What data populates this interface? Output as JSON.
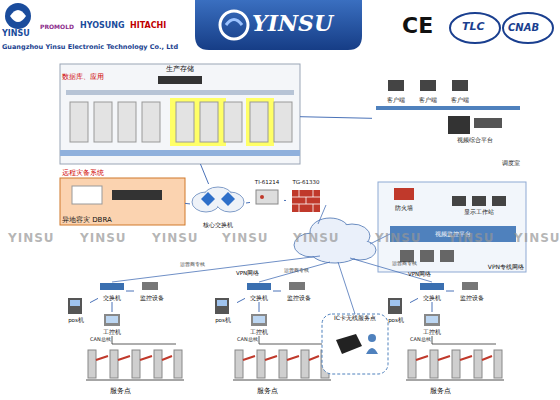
{
  "diagram": {
    "nodes": [
      {
        "text": [
          "生产存储",
          "数据库、应用"
        ]
      },
      {
        "text": [
          "远程灾备系统",
          "异地容灾 DBRA"
        ]
      },
      {
        "text": [
          "核心交换机"
        ]
      },
      {
        "text": [
          "TI-61214"
        ]
      },
      {
        "text": [
          "TG-61330"
        ]
      },
      {
        "text": [
          "调度室"
        ]
      },
      {
        "text": [
          "客户端"
        ],
        "in": 5
      },
      {
        "text": [
          "客户端"
        ],
        "in": 5
      },
      {
        "text": [
          "客户端"
        ],
        "in": 5
      },
      {
        "text": [
          "视频综合平台"
        ],
        "in": 5
      },
      {
        "text": [
          "VPN专线网络"
        ]
      },
      {
        "text": [
          "防火墙"
        ],
        "in": 10
      },
      {
        "text": [
          "显示工作站"
        ],
        "in": 10
      },
      {
        "text": [
          "视频监控平台"
        ],
        "in": 10
      },
      {
        "text": [
          "服务点"
        ]
      },
      {
        "text": [
          "pos机"
        ],
        "in": 14
      },
      {
        "text": [
          "交换机"
        ],
        "in": 14
      },
      {
        "text": [
          "监控设备"
        ],
        "in": 14
      },
      {
        "text": [
          "工控机"
        ],
        "in": 14
      },
      {
        "text": [
          "服务点"
        ]
      },
      {
        "text": [
          "pos机"
        ],
        "in": 19
      },
      {
        "text": [
          "交换机"
        ],
        "in": 19
      },
      {
        "text": [
          "监控设备"
        ],
        "in": 19
      },
      {
        "text": [
          "工控机"
        ],
        "in": 19
      },
      {
        "text": [
          "服务点"
        ]
      },
      {
        "text": [
          "pos机"
        ],
        "in": 24
      },
      {
        "text": [
          "交换机"
        ],
        "in": 24
      },
      {
        "text": [
          "监控设备"
        ],
        "in": 24
      },
      {
        "text": [
          "工控机"
        ],
        "in": 24
      },
      {
        "text": [
          "IC卡无线服务点"
        ]
      }
    ],
    "edges": [
      {
        "from": 0,
        "to": 2,
        "arrow": "none"
      },
      {
        "from": 1,
        "to": 2,
        "arrow": "none"
      },
      {
        "from": 2,
        "to": 3,
        "arrow": "none"
      },
      {
        "from": 3,
        "to": 4,
        "arrow": "none"
      },
      {
        "from": 0,
        "to": 5,
        "arrow": "none"
      },
      {
        "from": 15,
        "to": 16,
        "arrow": "none"
      },
      {
        "from": 17,
        "to": 16,
        "arrow": "none"
      },
      {
        "from": 16,
        "to": 18,
        "arrow": "none"
      },
      {
        "from": 20,
        "to": 21,
        "arrow": "none"
      },
      {
        "from": 22,
        "to": 21,
        "arrow": "none"
      },
      {
        "from": 21,
        "to": 23,
        "arrow": "none"
      },
      {
        "from": 25,
        "to": 26,
        "arrow": "none"
      },
      {
        "from": 27,
        "to": 26,
        "arrow": "none"
      },
      {
        "from": 26,
        "to": 28,
        "arrow": "none"
      }
    ],
    "labels": [
      "YINSU",
      "PROMOLD",
      "HYOSUNG",
      "HITACHI",
      "Guangzhou Yinsu Electronic Technology Co., Ltd",
      "YINSU",
      "CE",
      "TLC",
      "CNAB",
      "YINSU",
      "YINSU",
      "YINSU",
      "YINSU",
      "YINSU",
      "YINSU",
      "YINSU",
      "YINSU",
      "运营商专线",
      "运营商专线",
      "运营商专线",
      "VPN网络",
      "VPN网络",
      "CAN总线",
      "CAN总线",
      "CAN总线"
    ]
  }
}
